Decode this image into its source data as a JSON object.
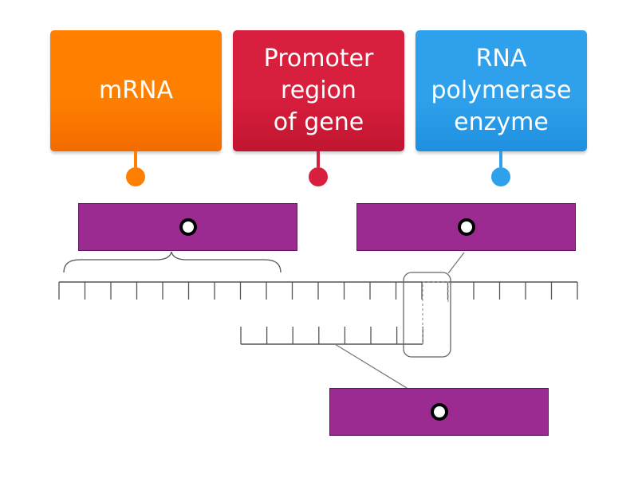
{
  "tiles": [
    {
      "id": "mrna",
      "lines": [
        "mRNA"
      ]
    },
    {
      "id": "promoter",
      "lines": [
        "Promoter",
        "region",
        "of gene"
      ]
    },
    {
      "id": "rna-polymerase",
      "lines": [
        "RNA",
        "polymerase",
        "enzyme"
      ]
    }
  ],
  "colors": {
    "mrna_tile": "#ff7f00",
    "mrna_tile_dark": "#f26c00",
    "promoter_tile": "#d81f3d",
    "promoter_tile_dark": "#c01530",
    "rna_polymerase_tile": "#2fa1ec",
    "rna_polymerase_tile_dark": "#1e90df",
    "drop_target": "#9b2b91",
    "line": "#555555"
  },
  "targets": [
    {
      "id": "target-1",
      "label": ""
    },
    {
      "id": "target-2",
      "label": ""
    },
    {
      "id": "target-3",
      "label": ""
    }
  ]
}
